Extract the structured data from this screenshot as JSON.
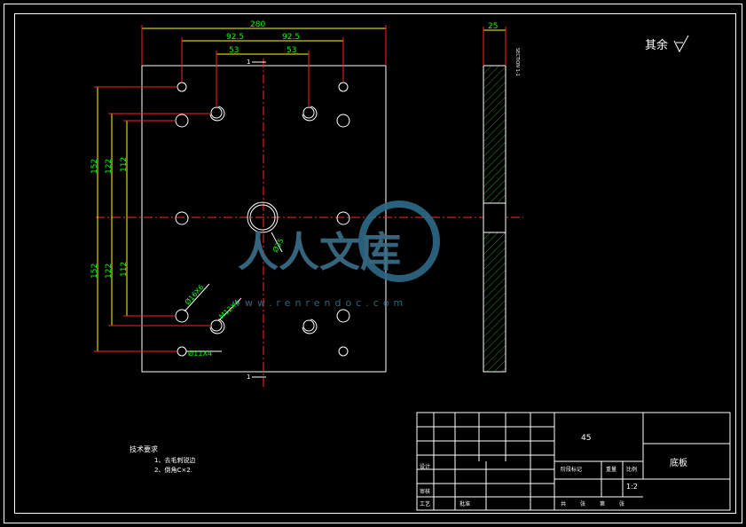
{
  "drawing": {
    "colors": {
      "background": "#000000",
      "outline": "#ffffff",
      "dimension": "#ffff00",
      "dimension_text": "#00ff00",
      "leader": "#ff0000",
      "centerline": "#ff2a2a",
      "hatch": "#2f8f2f",
      "watermark": "#3b6f8a"
    },
    "roughness_note": "其余",
    "roughness_symbol": "roughness-icon"
  },
  "front_view": {
    "dim_overall_width": "280",
    "dim_left_hole_offset": "92.5",
    "dim_right_hole_offset": "92.5",
    "dim_left_inner_offset": "53",
    "dim_right_inner_offset": "53",
    "dim_upper_outer": "152",
    "dim_upper_middle": "122",
    "dim_upper_inner": "112",
    "dim_lower_outer": "152",
    "dim_lower_middle": "122",
    "dim_lower_inner": "112",
    "section_mark_top": "1",
    "section_mark_bottom": "1",
    "callout_center_hole": "Ø35",
    "callout_hole_16": "Ø16X6",
    "callout_hole_12": "M12X4",
    "callout_hole_11": "Ø11X4"
  },
  "side_view": {
    "dim_thickness": "25",
    "section_label": "SECTION 1-1"
  },
  "notes": {
    "heading": "技术要求",
    "items": [
      "1、去毛刺锐边",
      "2、倒角C×2."
    ]
  },
  "title_block": {
    "material": "45",
    "part_name": "底板",
    "scale_value": "1:2",
    "labels": {
      "design": "设计",
      "review": "审核",
      "process": "工艺",
      "approve": "批准",
      "stage_mark": "阶段标记",
      "weight": "重量",
      "scale": "比例",
      "total": "共",
      "sheet_unit": "张",
      "sheet_no": "第",
      "sheet_unit2": "张"
    }
  },
  "watermark": {
    "brand": "人人文库",
    "url": "www.renrendoc.com"
  }
}
